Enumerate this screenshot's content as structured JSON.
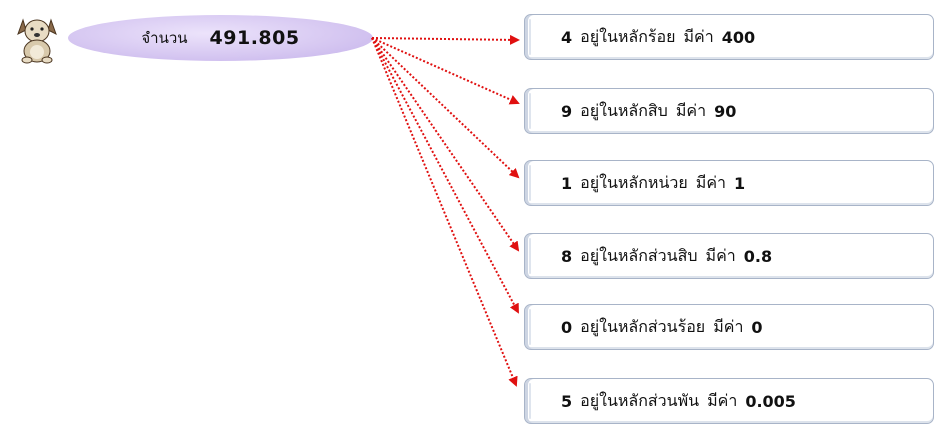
{
  "number": {
    "label": "จำนวน",
    "value": "491.805"
  },
  "colors": {
    "arrow": "#e01010",
    "ellipse": "#d5c6f1",
    "box_border": "#a8b4c8"
  },
  "mascot": {
    "icon": "cartoon-dog-icon"
  },
  "places": [
    {
      "digit": "4",
      "place_text": "อยู่ในหลักร้อย",
      "value_label": "มีค่า",
      "value": "400"
    },
    {
      "digit": "9",
      "place_text": "อยู่ในหลักสิบ",
      "value_label": "มีค่า",
      "value": "90"
    },
    {
      "digit": "1",
      "place_text": "อยู่ในหลักหน่วย",
      "value_label": "มีค่า",
      "value": "1"
    },
    {
      "digit": "8",
      "place_text": "อยู่ในหลักส่วนสิบ",
      "value_label": "มีค่า",
      "value": "0.8"
    },
    {
      "digit": "0",
      "place_text": "อยู่ในหลักส่วนร้อย",
      "value_label": "มีค่า",
      "value": "0"
    },
    {
      "digit": "5",
      "place_text": "อยู่ในหลักส่วนพัน",
      "value_label": "มีค่า",
      "value": "0.005"
    }
  ]
}
